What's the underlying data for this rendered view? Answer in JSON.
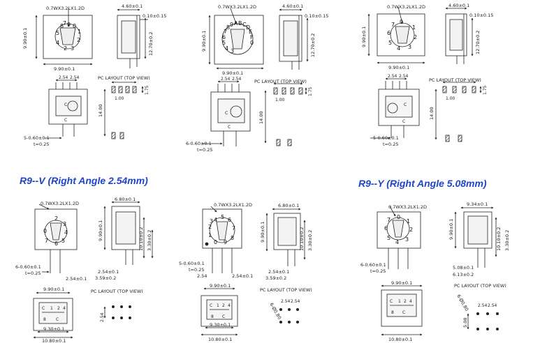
{
  "headings": {
    "r9v": "R9--V (Right Angle 2.54mm)",
    "r9y": "R9--Y (Right Angle 5.08mm)"
  },
  "labels": {
    "pc_layout": "PC LAYOUT (TOP VIEW)",
    "shaft_slot": "0.7WX3.2LX1.2D",
    "d_990": "9.90±0.1",
    "d_460": "4.60±0.1",
    "d_010_015": "0.10±0.15",
    "d_1270": "12.70±0.2",
    "d_254": "2.54",
    "d_100": "1.00",
    "d_175": "1.75",
    "d_1400": "14.00",
    "d_pin5": "5-0.60±0.1",
    "d_pin6": "6-0.60±0.1",
    "d_t025": "t=0.25",
    "d_680": "6.80±0.1",
    "d_1010": "10.10±0.2",
    "d_330": "3.30±0.2",
    "d_254_01": "2.54±0.1",
    "d_359": "3.59±0.2",
    "d_930": "9.30±0.1",
    "d_1080": "10.80±0.1",
    "d_934": "9.34±0.1",
    "d_990_01": "9.90±0.1",
    "d_508": "5.08±0.1",
    "d_613": "6.13±0.2",
    "d_6060": "6-Ø0.80",
    "d_508b": "5.08",
    "pin_c": "C",
    "pin_8": "8",
    "pin_1": "1",
    "pin_2": "2",
    "pin_4": "4"
  },
  "dials": {
    "d10": [
      "0",
      "1",
      "2",
      "3",
      "4",
      "5",
      "6",
      "7",
      "8",
      "9"
    ],
    "d16": [
      "0",
      "1",
      "2",
      "3",
      "4",
      "5",
      "6",
      "7",
      "8",
      "9",
      "A",
      "B",
      "C",
      "D",
      "E",
      "F"
    ],
    "d8": [
      "0",
      "1",
      "2",
      "3",
      "4",
      "5",
      "6",
      "7"
    ]
  },
  "colors": {
    "heading": "#1f45c8",
    "line": "#222222"
  }
}
